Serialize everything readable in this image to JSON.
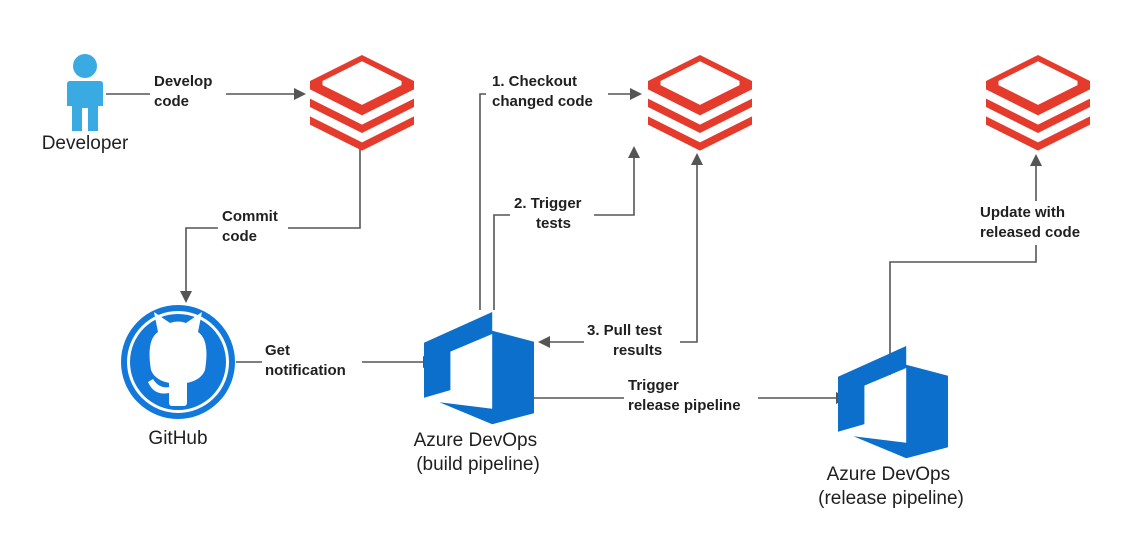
{
  "colors": {
    "databricks": "#E53B2C",
    "azure": "#0B6FCB",
    "github": "#1279DB",
    "developer": "#3AAAE3",
    "connector": "#555555"
  },
  "nodes": {
    "developer": {
      "label": "Developer",
      "icon": "person-icon"
    },
    "github": {
      "label": "GitHub",
      "icon": "github-octocat-icon"
    },
    "build_pipeline": {
      "label_line1": "Azure DevOps",
      "label_line2": "(build pipeline)",
      "icon": "azure-devops-icon"
    },
    "release_pipeline": {
      "label_line1": "Azure DevOps",
      "label_line2": "(release pipeline)",
      "icon": "azure-devops-icon"
    },
    "workspace_dev": {
      "icon": "databricks-icon"
    },
    "workspace_test": {
      "icon": "databricks-icon"
    },
    "workspace_prod": {
      "icon": "databricks-icon"
    }
  },
  "edges": {
    "develop_code": {
      "line1": "Develop",
      "line2": "code"
    },
    "commit_code": {
      "line1": "Commit",
      "line2": "code"
    },
    "get_notification": {
      "line1": "Get",
      "line2": "notification"
    },
    "checkout": {
      "line1": "1. Checkout",
      "line2": "changed code"
    },
    "trigger_tests": {
      "line1": "2. Trigger",
      "line2": "tests"
    },
    "pull_results": {
      "line1": "3. Pull test",
      "line2": "results"
    },
    "trigger_release": {
      "line1": "Trigger",
      "line2": "release pipeline"
    },
    "update_released": {
      "line1": "Update with",
      "line2": "released code"
    }
  }
}
